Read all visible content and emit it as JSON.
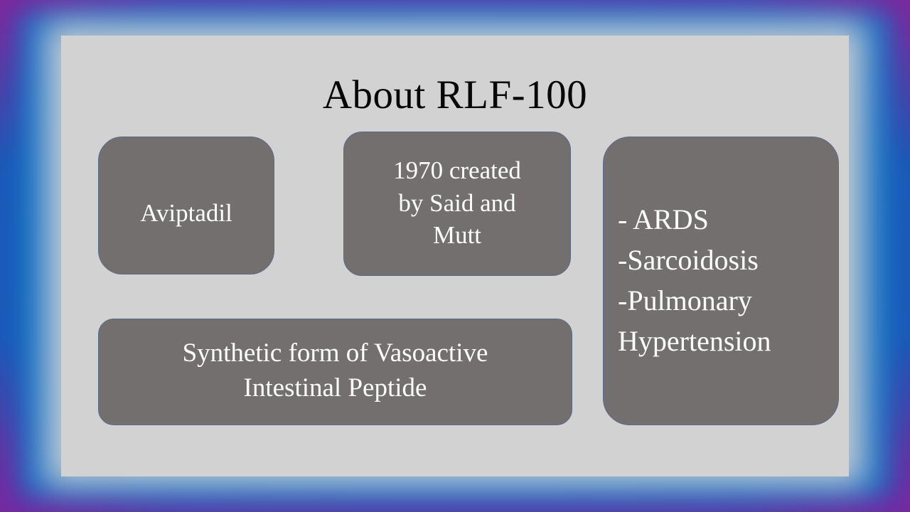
{
  "slide": {
    "title": "About RLF-100",
    "background_color": "#D2D2D2",
    "frame_colors": {
      "outer_purple": "#7E289C",
      "mid_blue": "#0D6EC4",
      "inner_halo": "#CFD3D6"
    },
    "shape_fill_color": "#746F6F",
    "shape_border_color": "#5A6A8A",
    "shape_text_color": "#FFFFFF",
    "title_text_color": "#070707"
  },
  "boxes": [
    {
      "id": "aviptadil",
      "lines": [
        "Aviptadil"
      ],
      "align": "center"
    },
    {
      "id": "origin",
      "lines": [
        "1970 created",
        "by Said and",
        "Mutt"
      ],
      "align": "center"
    },
    {
      "id": "indications",
      "lines": [
        "- ARDS",
        "-Sarcoidosis",
        "-Pulmonary",
        "Hypertension"
      ],
      "align": "left"
    },
    {
      "id": "synthetic",
      "lines": [
        "Synthetic form of Vasoactive",
        "Intestinal Peptide"
      ],
      "align": "center"
    }
  ]
}
